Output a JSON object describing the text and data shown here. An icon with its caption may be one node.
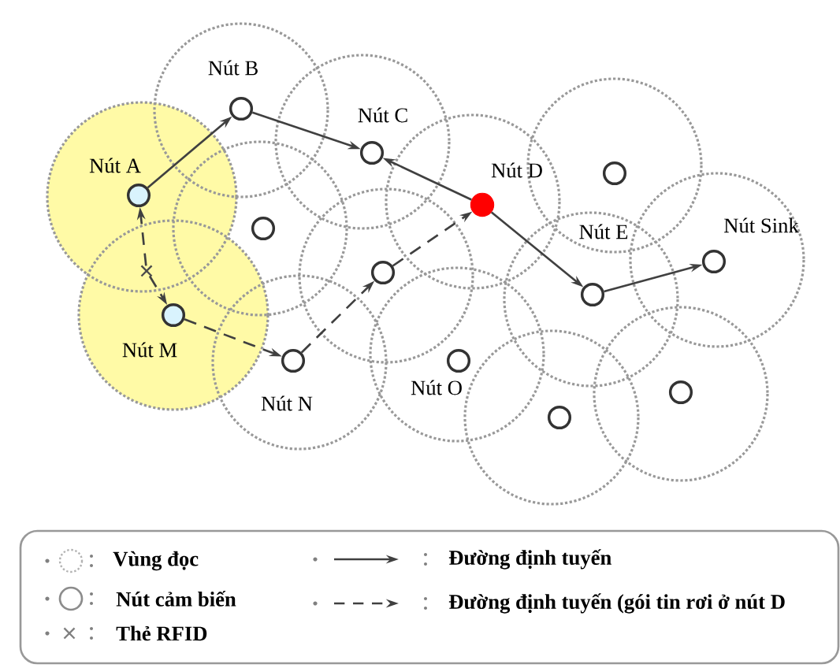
{
  "diagram": {
    "nodes": [
      {
        "text": [],
        "shape": "circle",
        "beside": [
          "Nút B"
        ]
      },
      {
        "text": [],
        "shape": "circle",
        "beside": [
          "Nút C"
        ]
      },
      {
        "text": [],
        "shape": "circle",
        "beside": [
          "Nút A"
        ]
      },
      {
        "text": [],
        "shape": "circle",
        "beside": [
          "Nút D"
        ]
      },
      {
        "text": [],
        "shape": "circle"
      },
      {
        "text": [],
        "shape": "circle"
      },
      {
        "text": [],
        "shape": "circle",
        "beside": [
          "Nút Sink"
        ]
      },
      {
        "text": [],
        "shape": "cross"
      },
      {
        "text": [],
        "shape": "circle"
      },
      {
        "text": [],
        "shape": "circle",
        "beside": [
          "Nút E"
        ]
      },
      {
        "text": [],
        "shape": "circle",
        "beside": [
          "Nút M"
        ]
      },
      {
        "text": [],
        "shape": "circle",
        "beside": [
          "Nút N"
        ]
      },
      {
        "text": [],
        "shape": "circle",
        "beside": [
          "Nút O"
        ]
      },
      {
        "text": [],
        "shape": "circle"
      },
      {
        "text": [],
        "shape": "circle"
      }
    ],
    "edges": [
      {
        "from": 2,
        "to": 0,
        "arrow": "to"
      },
      {
        "from": 0,
        "to": 1,
        "arrow": "to"
      },
      {
        "from": 3,
        "to": 1,
        "arrow": "to"
      },
      {
        "from": 3,
        "to": 9,
        "arrow": "to"
      },
      {
        "from": 9,
        "to": 6,
        "arrow": "to"
      },
      {
        "from": 7,
        "to": 2,
        "arrow": "to",
        "style": "dashed"
      },
      {
        "from": 7,
        "to": 10,
        "arrow": "to",
        "style": "dashed"
      },
      {
        "from": 10,
        "to": 11,
        "arrow": "to",
        "style": "dashed"
      },
      {
        "from": 11,
        "to": 8,
        "arrow": "to",
        "style": "dashed"
      },
      {
        "from": 8,
        "to": 3,
        "arrow": "to",
        "style": "dashed"
      }
    ],
    "legend": [
      {
        "text": "Vùng đọc"
      },
      {
        "text": "Nút cảm biến"
      },
      {
        "text": "Thẻ RFID"
      },
      {
        "text": "Đường định tuyến"
      },
      {
        "text": "Đường định tuyến (gói tin rơi ở nút D"
      }
    ]
  }
}
